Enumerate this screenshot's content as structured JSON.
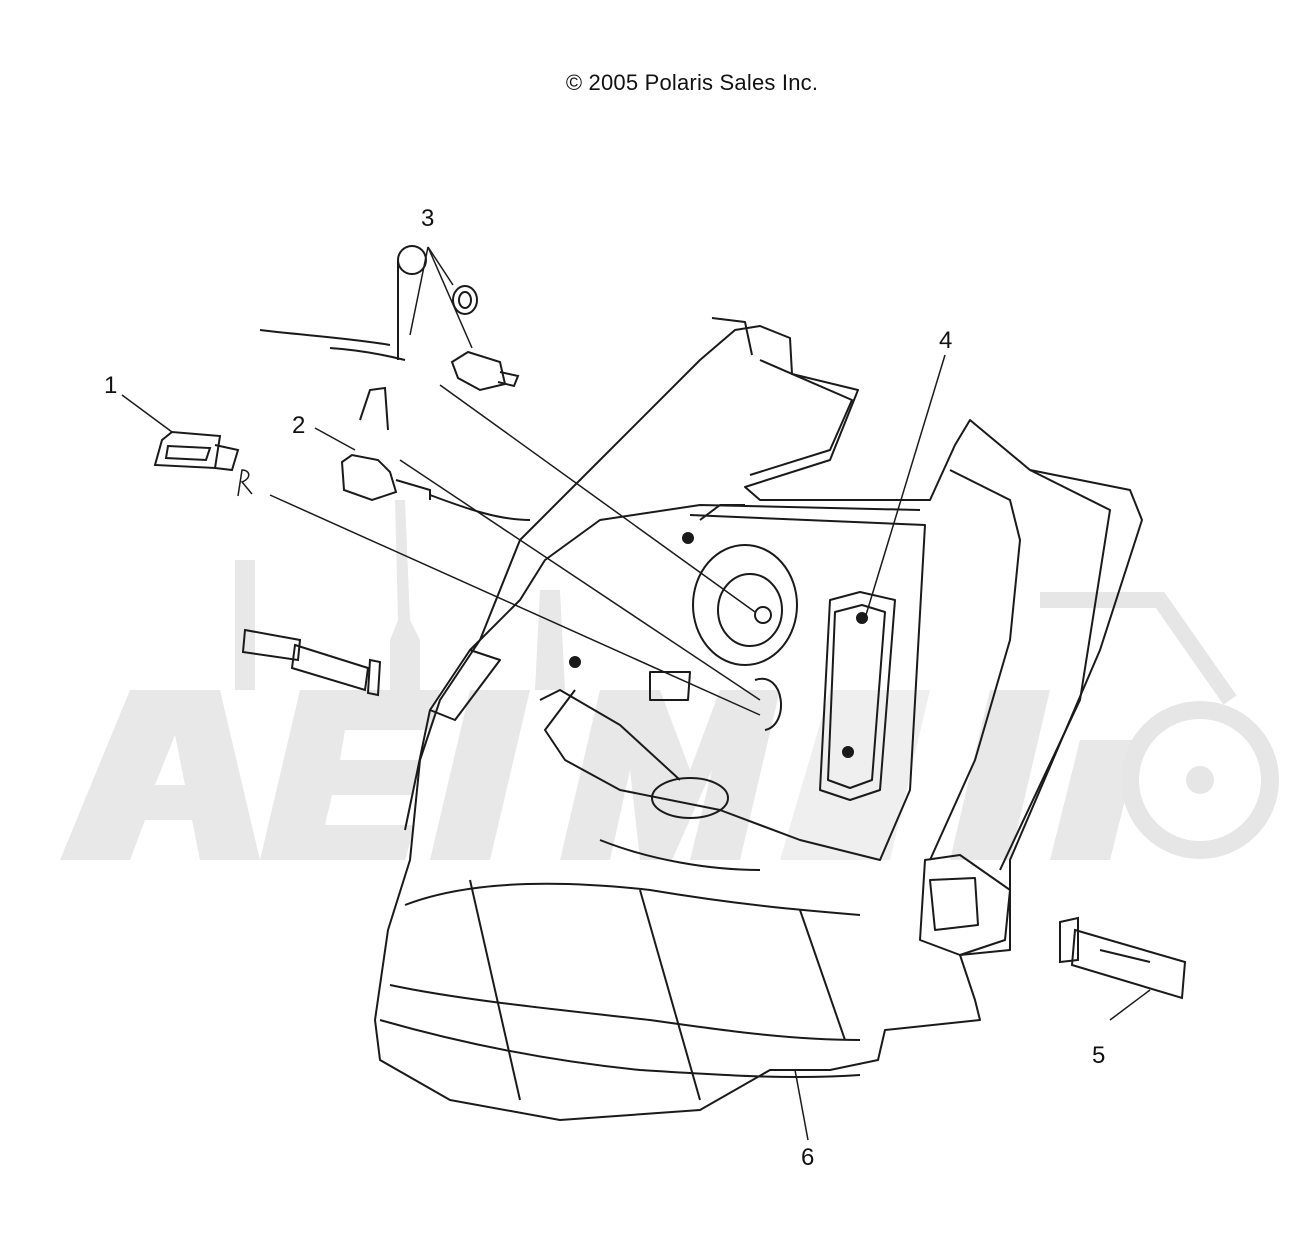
{
  "diagram": {
    "copyright": "© 2005 Polaris Sales Inc.",
    "callouts": [
      {
        "id": "1",
        "label": "1"
      },
      {
        "id": "2",
        "label": "2"
      },
      {
        "id": "3",
        "label": "3"
      },
      {
        "id": "4",
        "label": "4"
      },
      {
        "id": "5",
        "label": "5"
      },
      {
        "id": "6",
        "label": "6"
      }
    ],
    "handwritten_mark": "R",
    "watermark_text": "AeriMoto",
    "colors": {
      "line": "#1a1a1a",
      "watermark": "#e6e6e6",
      "background": "#ffffff"
    }
  }
}
